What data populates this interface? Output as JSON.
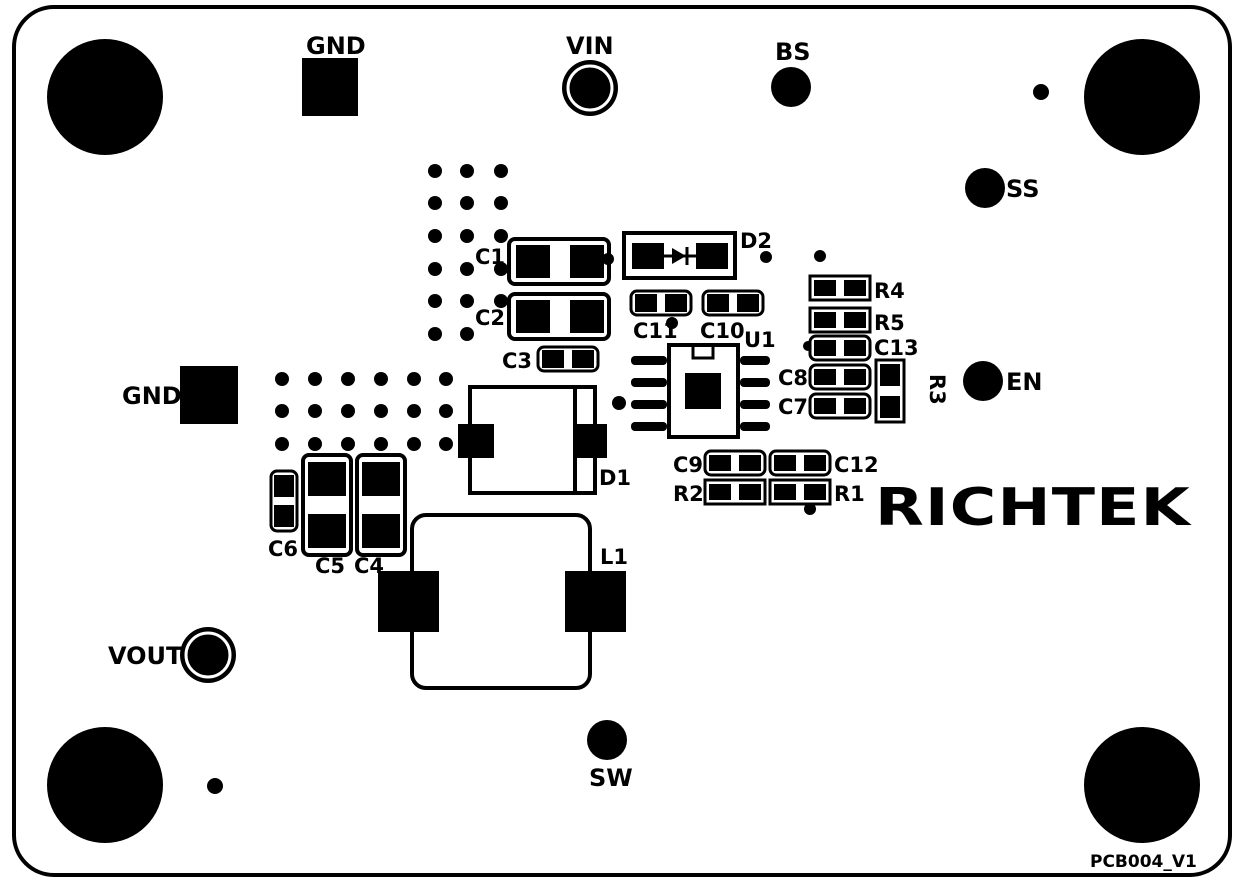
{
  "board": {
    "version": "PCB004_V1",
    "brand": "RICHTEK"
  },
  "terminals": {
    "gnd_top": "GND",
    "vin": "VIN",
    "bs": "BS",
    "ss": "SS",
    "en": "EN",
    "gnd_left": "GND",
    "vout": "VOUT",
    "sw": "SW"
  },
  "components": {
    "c1": "C1",
    "c2": "C2",
    "c3": "C3",
    "c4": "C4",
    "c5": "C5",
    "c6": "C6",
    "c7": "C7",
    "c8": "C8",
    "c9": "C9",
    "c10": "C10",
    "c11": "C11",
    "c12": "C12",
    "c13": "C13",
    "d1": "D1",
    "d2": "D2",
    "r1": "R1",
    "r2": "R2",
    "r3": "R3",
    "r4": "R4",
    "r5": "R5",
    "u1": "U1",
    "l1": "L1"
  }
}
